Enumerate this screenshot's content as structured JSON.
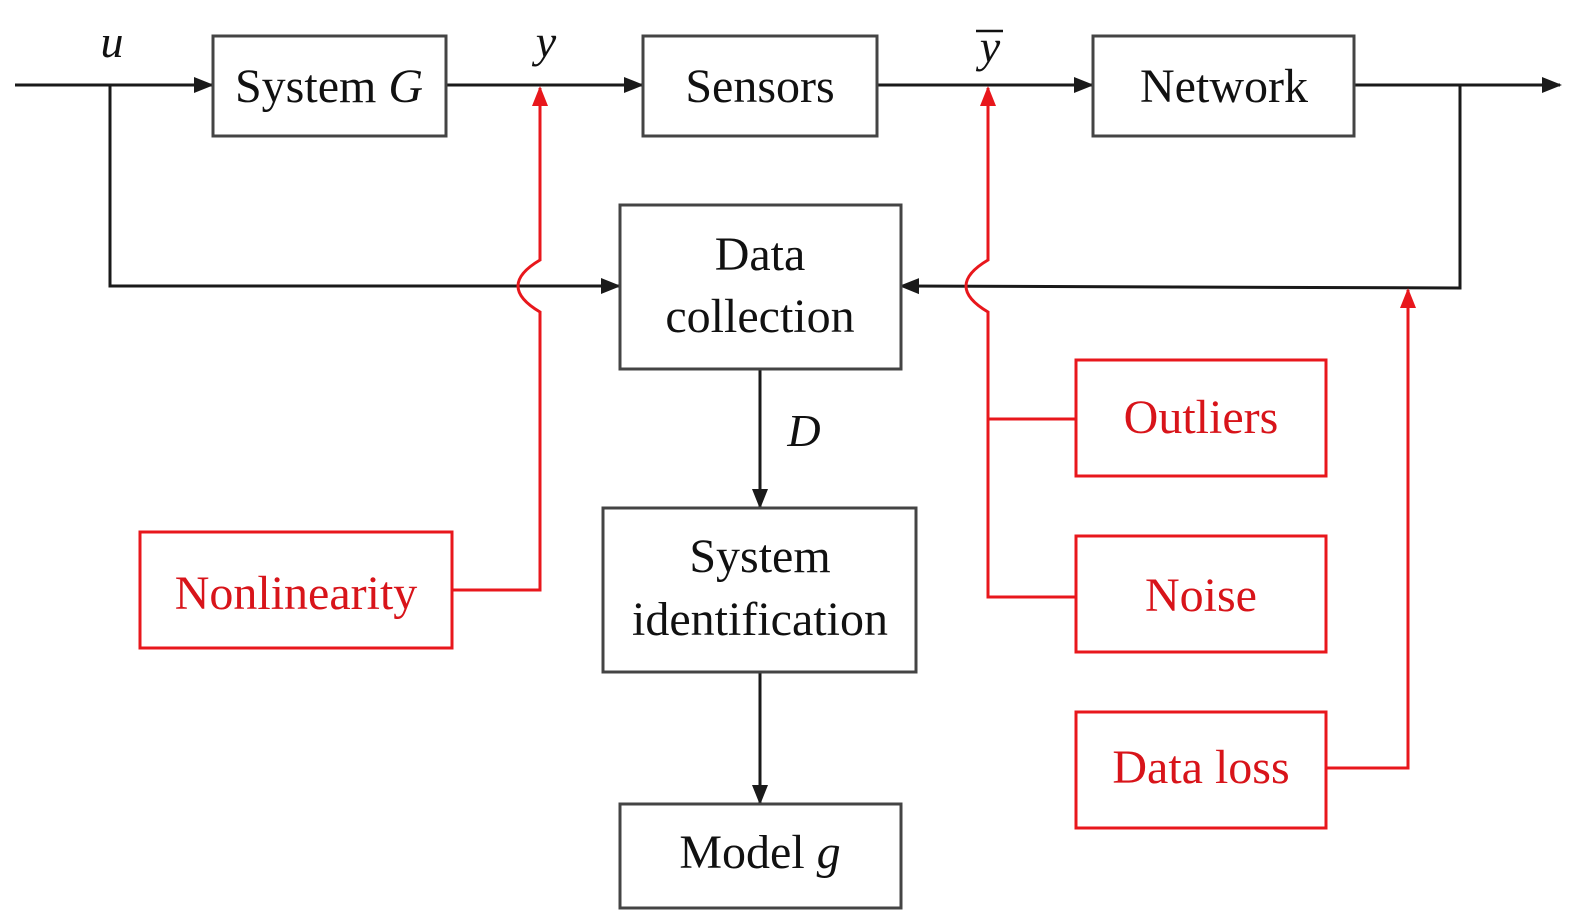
{
  "blocks": {
    "system": {
      "text": "System ",
      "symbol": "G"
    },
    "sensors": {
      "text": "Sensors"
    },
    "network": {
      "text": "Network"
    },
    "data_collection": {
      "line1": "Data",
      "line2": "collection"
    },
    "system_identification": {
      "line1": "System",
      "line2": "identification"
    },
    "model": {
      "text": "Model ",
      "symbol": "g"
    }
  },
  "disturbances": {
    "nonlinearity": "Nonlinearity",
    "outliers": "Outliers",
    "noise": "Noise",
    "data_loss": "Data loss"
  },
  "signals": {
    "input": "u",
    "output": "y",
    "measured_output": "y",
    "dataset": "D"
  },
  "colors": {
    "main": "#444444",
    "disturbance": "#e8171c"
  }
}
